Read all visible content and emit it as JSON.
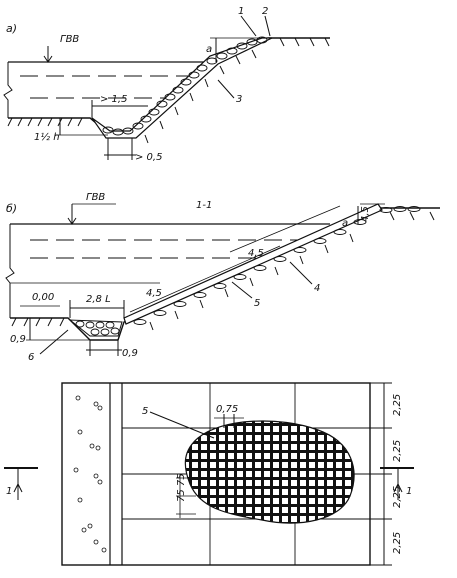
{
  "panel_a": {
    "letter": "а)",
    "water_level": "ГВВ",
    "callout_1": "1",
    "callout_2": "2",
    "callout_3": "3",
    "dim_a": "a",
    "dim_width": "> 1,5",
    "dim_depth": "1½ h",
    "dim_toe": "> 0,5"
  },
  "panel_b": {
    "letter": "б)",
    "section_label": "1-1",
    "water_level": "ГВВ",
    "dim_a": "a",
    "dim_top": "4,5",
    "dim_mid": "4,5",
    "dim_low": "4,5",
    "dim_zero": "0,00",
    "dim_width": "2,8 L",
    "dim_depth": "0,9",
    "dim_toe": "0,9",
    "callout_4": "4",
    "callout_5": "5",
    "callout_6": "6"
  },
  "panel_plan": {
    "callout_5": "5",
    "dim_075": "0,75",
    "dim_7575": "75 75",
    "dim_right": [
      "2,25",
      "2,25",
      "2,25",
      "2,25"
    ],
    "section_marker": "1"
  }
}
